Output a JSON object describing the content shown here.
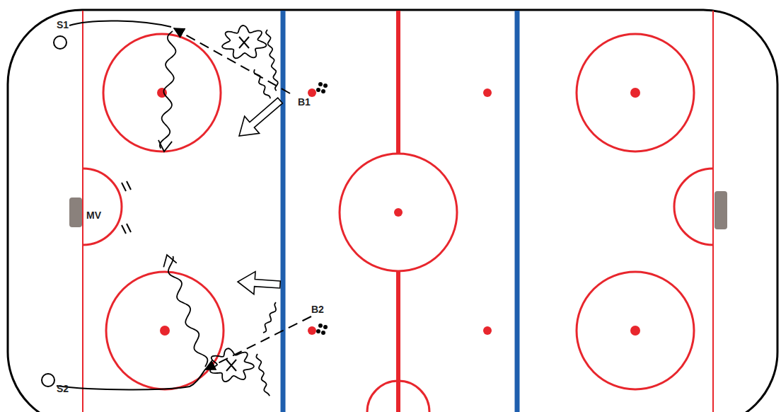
{
  "diagram": {
    "labels": [
      "S1",
      "B1",
      "MV",
      "B2",
      "S2"
    ]
  }
}
